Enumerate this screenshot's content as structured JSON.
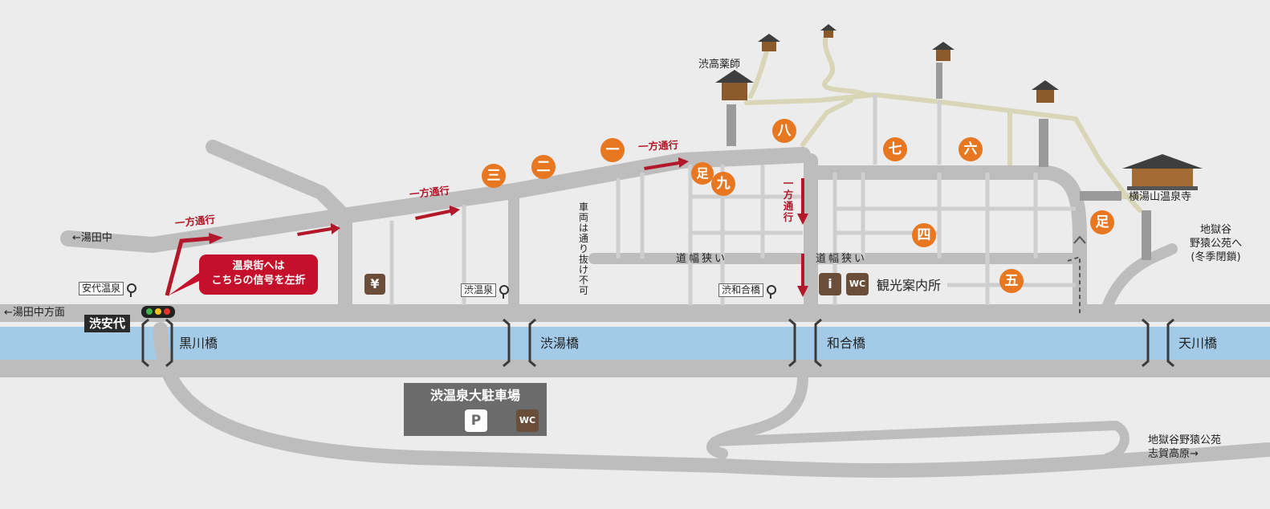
{
  "map": {
    "places": {
      "yudanaka": "←湯田中",
      "yudanaka_dir": "←湯田中方面",
      "jigokudani_top": [
        "地獄谷",
        "野猿公苑へ",
        "(冬季閉鎖)"
      ],
      "jigokudani_bottom": [
        "地獄谷野猿公苑",
        "志賀高原→"
      ],
      "shibu_takayakushi": "渋高薬師",
      "yokoyu_temple": "横湯山温泉寺"
    },
    "station": "渋安代",
    "bus_stops": [
      "安代温泉",
      "渋温泉",
      "渋和合橋"
    ],
    "bridges": [
      "黒川橋",
      "渋湯橋",
      "和合橋",
      "天川橋"
    ],
    "notice": {
      "line1": "温泉街へは",
      "line2": "こちらの信号を左折"
    },
    "one_way": "一方通行",
    "one_way_vertical": "一方通行",
    "no_through": "車両は通り抜け不可",
    "narrow_road": "道幅狭い",
    "tourist_info": "観光案内所",
    "parking": {
      "title": "渋温泉大駐車場",
      "p_icon": "P",
      "wc_icon": "WC"
    },
    "info_icon": "i",
    "wc_icon": "WC",
    "yen_icon": "¥",
    "bath_numbers": [
      "一",
      "二",
      "三",
      "四",
      "五",
      "六",
      "七",
      "八",
      "九"
    ],
    "footbath": "足"
  },
  "colors": {
    "road": "#bdbdbd",
    "river": "#a3cbe8",
    "path": "#d9d6b8",
    "one_way_red": "#b3172a",
    "bath_orange": "#e87722",
    "temple_brown": "#6a4e3a",
    "background": "#ececec"
  }
}
